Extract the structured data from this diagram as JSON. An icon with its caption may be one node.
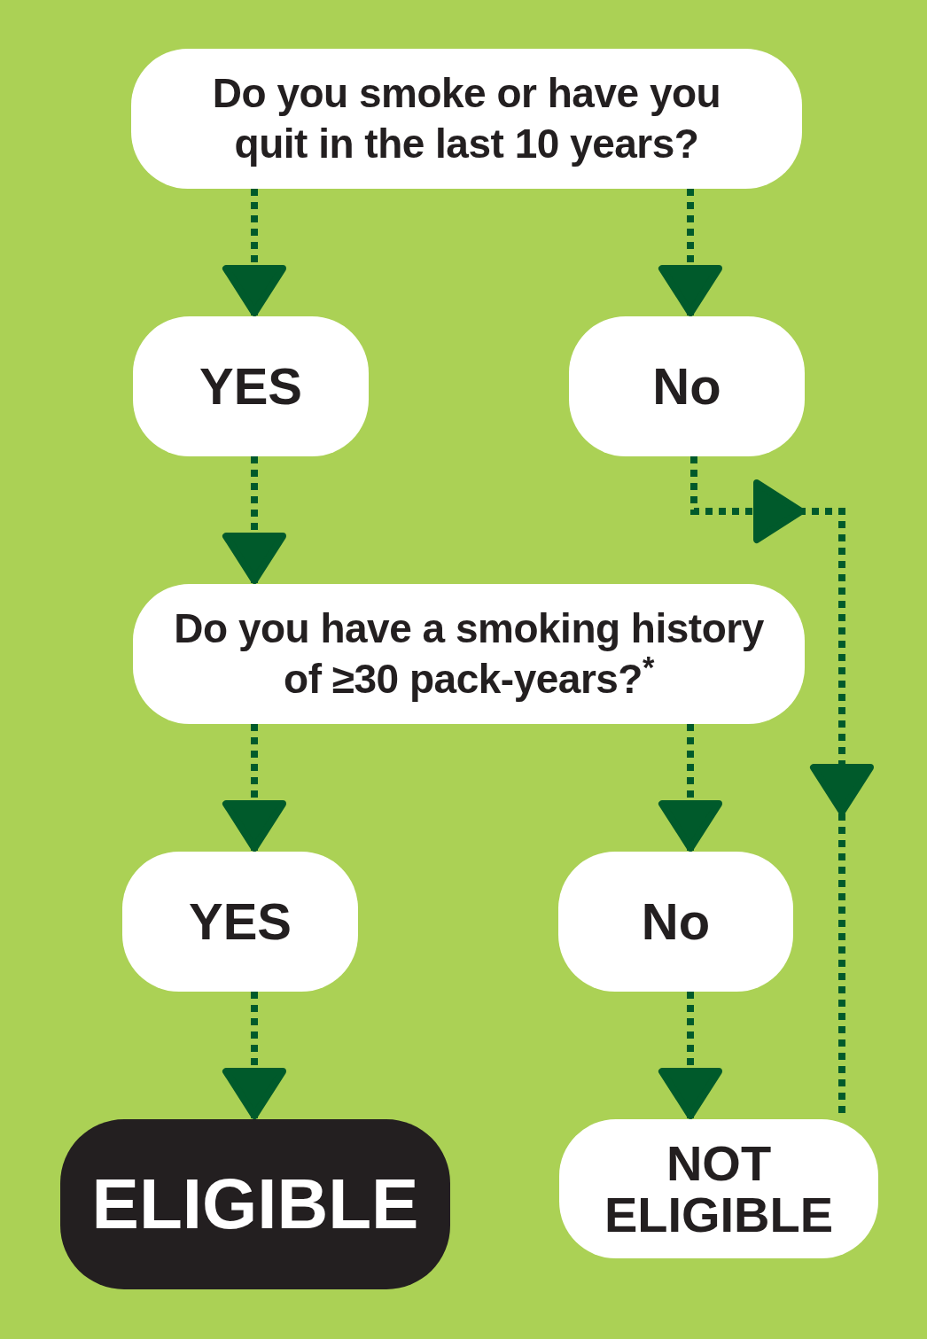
{
  "diagram": {
    "nodes": [
      {
        "text": [
          "Do you smoke or have you quit in the last 10 years?"
        ]
      },
      {
        "text": [
          "YES"
        ]
      },
      {
        "text": [
          "No"
        ]
      },
      {
        "text": [
          "Do you have a smoking history of ≥30 pack-years?$^{*}$"
        ]
      },
      {
        "text": [
          "YES"
        ]
      },
      {
        "text": [
          "No"
        ]
      },
      {
        "text": [
          "ELIGIBLE"
        ]
      },
      {
        "text": [
          "NOT ELIGIBLE"
        ]
      }
    ],
    "edges": [
      {
        "from": 0,
        "to": 1,
        "arrow": "to",
        "style": "dashed"
      },
      {
        "from": 0,
        "to": 2,
        "arrow": "to",
        "style": "dashed"
      },
      {
        "from": 1,
        "to": 3,
        "arrow": "to",
        "style": "dashed"
      },
      {
        "from": 2,
        "to": 7,
        "arrow": "to",
        "style": "dashed"
      },
      {
        "from": 3,
        "to": 4,
        "arrow": "to",
        "style": "dashed"
      },
      {
        "from": 3,
        "to": 5,
        "arrow": "to",
        "style": "dashed"
      },
      {
        "from": 4,
        "to": 6,
        "arrow": "to",
        "style": "dashed"
      },
      {
        "from": 5,
        "to": 7,
        "arrow": "to",
        "style": "dashed"
      }
    ]
  }
}
